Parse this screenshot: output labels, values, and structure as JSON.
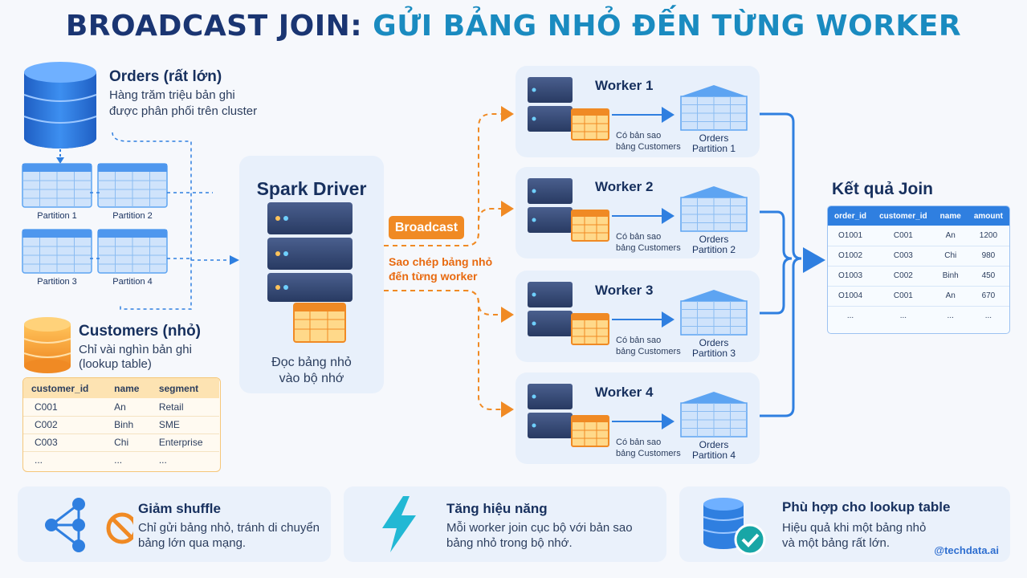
{
  "title": {
    "part1": "BROADCAST JOIN:",
    "part2": "GỬI BẢNG NHỎ ĐẾN TỪNG WORKER"
  },
  "orders": {
    "heading": "Orders (rất lớn)",
    "desc1": "Hàng trăm triệu bản ghi",
    "desc2": "được phân phối trên cluster",
    "partitions": [
      "Partition 1",
      "Partition 2",
      "Partition 3",
      "Partition 4"
    ]
  },
  "customers": {
    "heading": "Customers (nhỏ)",
    "desc1": "Chỉ vài nghìn bản ghi",
    "desc2": "(lookup table)",
    "columns": [
      "customer_id",
      "name",
      "segment"
    ],
    "rows": [
      [
        "C001",
        "An",
        "Retail"
      ],
      [
        "C002",
        "Binh",
        "SME"
      ],
      [
        "C003",
        "Chi",
        "Enterprise"
      ],
      [
        "...",
        "...",
        "..."
      ]
    ]
  },
  "driver": {
    "heading": "Spark Driver",
    "caption1": "Đọc bảng nhỏ",
    "caption2": "vào bộ nhớ"
  },
  "broadcast": {
    "label": "Broadcast",
    "note1": "Sao chép bảng nhỏ",
    "note2": "đến từng worker"
  },
  "workers": [
    {
      "name": "Worker 1",
      "copy1": "Có bản sao",
      "copy2": "bảng Customers",
      "orders": "Orders",
      "partition": "Partition 1"
    },
    {
      "name": "Worker 2",
      "copy1": "Có bản sao",
      "copy2": "bảng Customers",
      "orders": "Orders",
      "partition": "Partition 2"
    },
    {
      "name": "Worker 3",
      "copy1": "Có bản sao",
      "copy2": "bảng Customers",
      "orders": "Orders",
      "partition": "Partition 3"
    },
    {
      "name": "Worker 4",
      "copy1": "Có bản sao",
      "copy2": "bảng Customers",
      "orders": "Orders",
      "partition": "Partition 4"
    }
  ],
  "result": {
    "heading": "Kết quả Join",
    "columns": [
      "order_id",
      "customer_id",
      "name",
      "amount"
    ],
    "rows": [
      [
        "O1001",
        "C001",
        "An",
        "1200"
      ],
      [
        "O1002",
        "C003",
        "Chi",
        "980"
      ],
      [
        "O1003",
        "C002",
        "Binh",
        "450"
      ],
      [
        "O1004",
        "C001",
        "An",
        "670"
      ],
      [
        "...",
        "...",
        "...",
        "..."
      ]
    ]
  },
  "benefits": [
    {
      "icon": "network-no-shuffle-icon",
      "title": "Giảm shuffle",
      "line1": "Chỉ gửi bảng nhỏ, tránh di chuyển",
      "line2": "bảng lớn qua mạng."
    },
    {
      "icon": "lightning-icon",
      "title": "Tăng hiệu năng",
      "line1": "Mỗi worker join cục bộ với bản sao",
      "line2": "bảng nhỏ trong bộ nhớ."
    },
    {
      "icon": "database-check-icon",
      "title": "Phù hợp cho lookup table",
      "line1": "Hiệu quả khi một bảng nhỏ",
      "line2": "và một bảng rất lớn."
    }
  ],
  "watermark": "@techdata.ai",
  "colors": {
    "navy": "#1a3572",
    "teal": "#1a8bc0",
    "orange": "#f08a24",
    "blue": "#2f7fe0"
  }
}
